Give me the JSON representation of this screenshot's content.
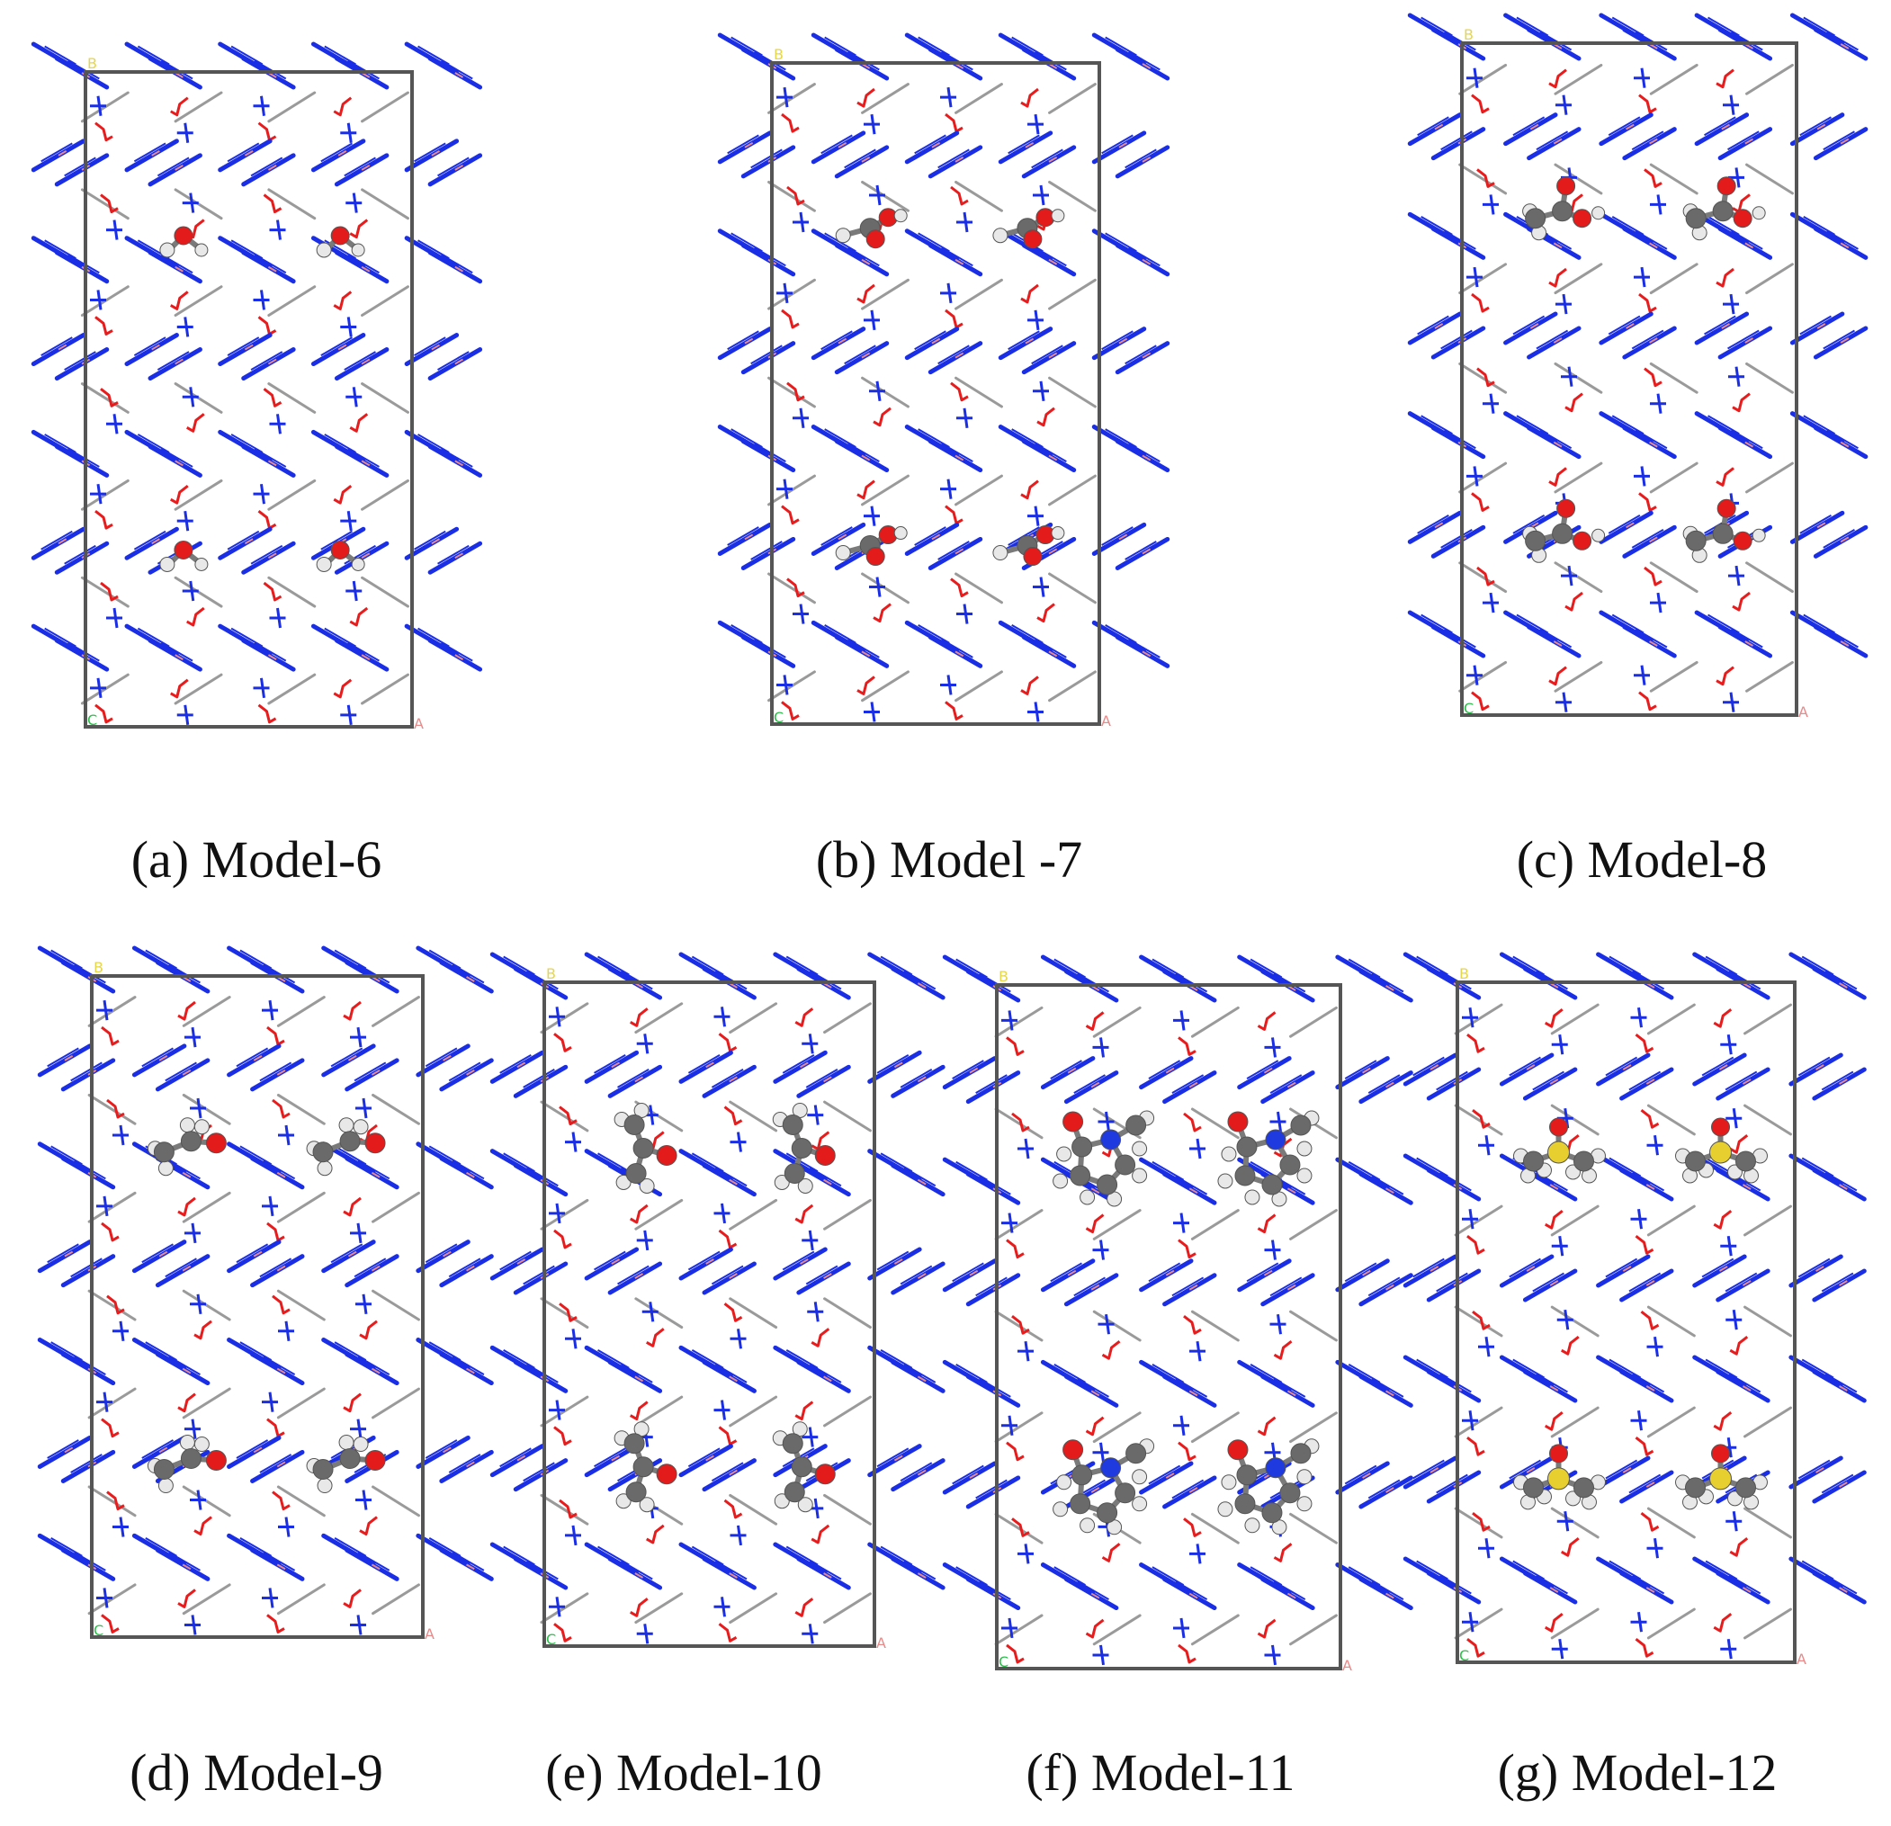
{
  "figure": {
    "panels": [
      {
        "id": "a",
        "caption": "(a) Model-6",
        "labels": {
          "b": "B",
          "c": "C",
          "a": "A"
        },
        "solvent": "methanol"
      },
      {
        "id": "b",
        "caption": "(b) Model -7",
        "labels": {
          "b": "B",
          "c": "C",
          "a": "A"
        },
        "solvent": "formic-acid"
      },
      {
        "id": "c",
        "caption": "(c) Model-8",
        "labels": {
          "b": "B",
          "c": "C",
          "a": "A"
        },
        "solvent": "acetic-acid"
      },
      {
        "id": "d",
        "caption": "(d) Model-9",
        "labels": {
          "b": "B",
          "c": "C",
          "a": "A"
        },
        "solvent": "ethanol"
      },
      {
        "id": "e",
        "caption": "(e) Model-10",
        "labels": {
          "b": "B",
          "c": "C",
          "a": "A"
        },
        "solvent": "isopropanol"
      },
      {
        "id": "f",
        "caption": "(f) Model-11",
        "labels": {
          "b": "B",
          "c": "C",
          "a": "A"
        },
        "solvent": "nmp"
      },
      {
        "id": "g",
        "caption": "(g) Model-12",
        "labels": {
          "b": "B",
          "c": "C",
          "a": "A"
        },
        "solvent": "dmso"
      }
    ],
    "colors": {
      "box": "#555555",
      "blue_molecule": "#1a2ee6",
      "red_molecule": "#e81c1c",
      "gray_bond": "#9a9a9a",
      "oxygen": "#e31b1b",
      "carbon": "#6a6a6a",
      "hydrogen": "#e8e8e8",
      "nitrogen": "#1f3be0",
      "sulfur": "#e6cf2e",
      "label_b": "#e6d64a",
      "label_c": "#2bbf4a",
      "label_a": "#e88a8a"
    }
  }
}
